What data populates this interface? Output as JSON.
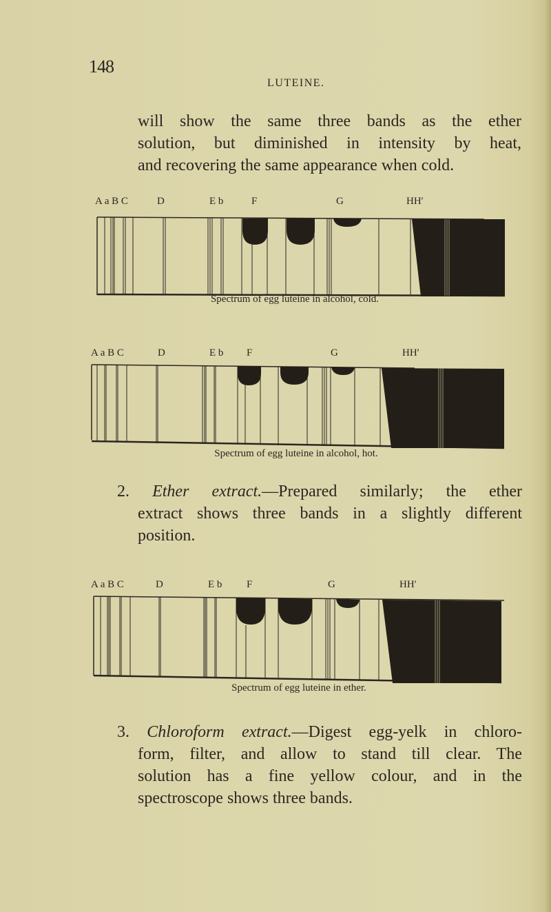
{
  "header": {
    "page_number": "148",
    "running_head": "LUTEINE."
  },
  "intro_paragraph": {
    "lines": [
      "will show the same three bands as the ether",
      "solution, but diminished in intensity by heat,",
      "and recovering the same appearance when cold."
    ]
  },
  "fraunhofer_labels": [
    "A",
    "a",
    "B",
    "C",
    "D",
    "E",
    "b",
    "F",
    "G",
    "H",
    "H′"
  ],
  "spectra": [
    {
      "caption": "Spectrum of egg luteine in alcohol, cold.",
      "label_text": [
        "A a B C",
        "D",
        "E b",
        "F",
        "G",
        "HH′"
      ]
    },
    {
      "caption": "Spectrum of egg luteine in alcohol, hot.",
      "label_text": [
        "A a B C",
        "D",
        "E b",
        "F",
        "G",
        "HH′"
      ]
    },
    {
      "caption": "Spectrum of egg luteine in ether.",
      "label_text": [
        "A a B C",
        "D",
        "E b",
        "F",
        "G",
        "HH′"
      ]
    }
  ],
  "section2": {
    "number": "2.",
    "title": "Ether extract.",
    "dash": "—",
    "line1_rest": "Prepared similarly; the ether",
    "line2": "extract shows three bands in a slightly different",
    "line3": "position."
  },
  "section3": {
    "number": "3.",
    "title": "Chloroform extract.",
    "dash": "—",
    "line1_rest": "Digest egg-yelk in chloro-",
    "line2": "form, filter, and allow to stand till clear. The",
    "line3": "solution has a fine yellow colour, and in the",
    "line4": "spectroscope shows three bands."
  },
  "colors": {
    "paper": "#dcd5aa",
    "ink": "#2a2620",
    "band": "#231f18"
  }
}
